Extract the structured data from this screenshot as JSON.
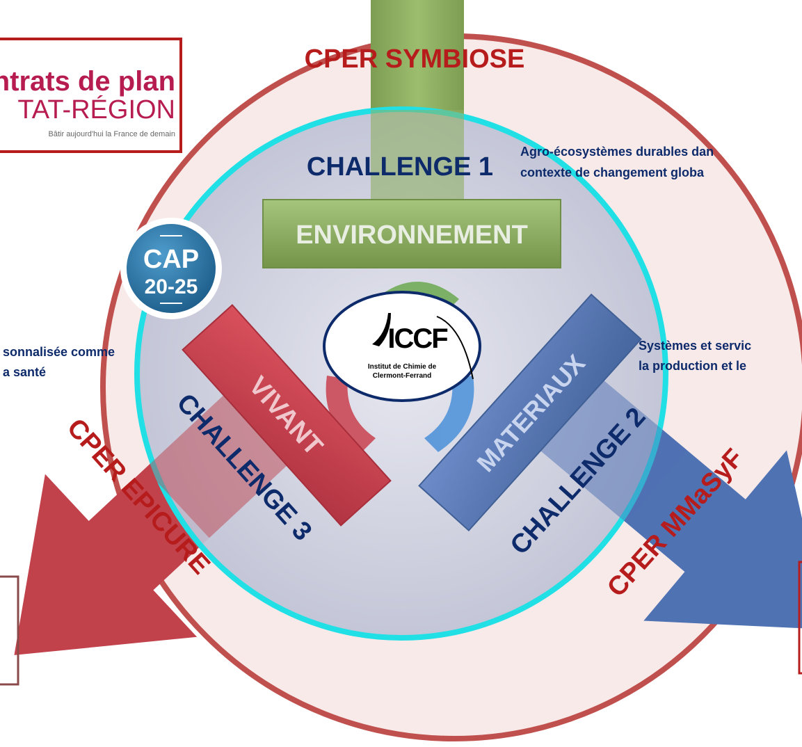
{
  "colors": {
    "outer_fill": "#f9eaea",
    "outer_stroke": "#c0504d",
    "inner_fill": "#c7cbdc",
    "inner_stroke": "#20e0e6",
    "environment_green": "#8fb063",
    "vivant_red": "#c9414e",
    "materiaux_blue": "#5979b9",
    "cper_red": "#b71c1c",
    "challenge_navy": "#0d2a6b",
    "cap_blue": "#2a6f9e"
  },
  "logo": {
    "line1": "ntrats de plan",
    "line2": "TAT-RÉGION",
    "tagline": "Bâtir aujourd'hui la France de demain"
  },
  "center_logo": {
    "wordmark": "ICCF",
    "line1": "Institut de Chimie de",
    "line2": "Clermont-Ferrand"
  },
  "cap_badge": {
    "line1": "CAP",
    "line2": "20-25"
  },
  "cper": {
    "symbiose": "CPER SYMBIOSE",
    "epicure": "CPER EPICURE",
    "mmasyf": "CPER MMaSyF"
  },
  "challenges": {
    "c1": "CHALLENGE 1",
    "c2": "CHALLENGE 2",
    "c3": "CHALLENGE 3"
  },
  "themes": {
    "environment": "ENVIRONNEMENT",
    "vivant": "VIVANT",
    "materiaux": "MATERIAUX"
  },
  "descriptions": {
    "c1_line1": "Agro-écosystèmes durables dan",
    "c1_line2": "contexte de changement globa",
    "c2_line1": "Systèmes et servic",
    "c2_line2": "la production et le",
    "c3_line1": "sonnalisée comme",
    "c3_line2": "a santé"
  }
}
